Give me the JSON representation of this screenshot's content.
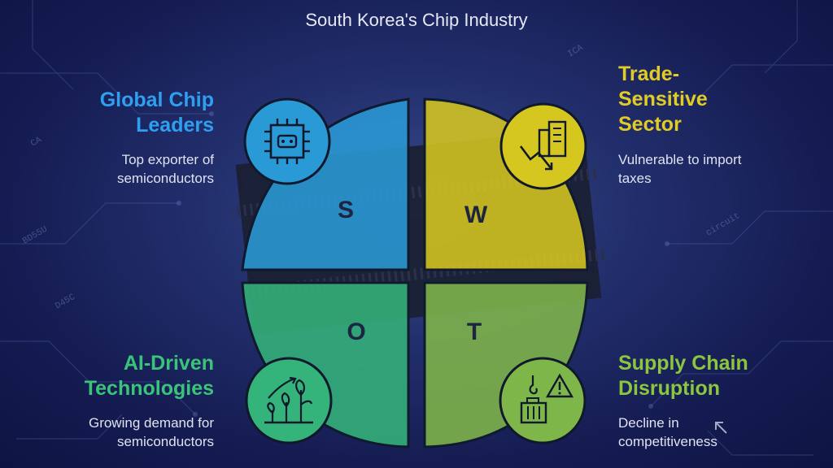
{
  "title": "South Korea's Chip Industry",
  "colors": {
    "strength": "#2a9ad6",
    "weakness": "#d6c620",
    "opportunity": "#34b37a",
    "threat": "#7fb64a",
    "strength_text": "#2f9ff0",
    "weakness_text": "#e0cc25",
    "opportunity_text": "#3ac47a",
    "threat_text": "#8cc63f"
  },
  "quadrants": [
    {
      "letter": "S",
      "heading_line1": "Global Chip",
      "heading_line2": "Leaders",
      "desc_line1": "Top exporter of",
      "desc_line2": "semiconductors",
      "icon": "chip-icon"
    },
    {
      "letter": "W",
      "heading_line1": "Trade-",
      "heading_line2": "Sensitive",
      "heading_line3": "Sector",
      "desc_line1": "Vulnerable to import",
      "desc_line2": "taxes",
      "icon": "declining-building-icon"
    },
    {
      "letter": "O",
      "heading_line1": "AI-Driven",
      "heading_line2": "Technologies",
      "desc_line1": "Growing demand for",
      "desc_line2": "semiconductors",
      "icon": "growing-plants-icon"
    },
    {
      "letter": "T",
      "heading_line1": "Supply Chain",
      "heading_line2": "Disruption",
      "desc_line1": "Decline in",
      "desc_line2": "competitiveness",
      "icon": "container-warning-icon"
    }
  ]
}
